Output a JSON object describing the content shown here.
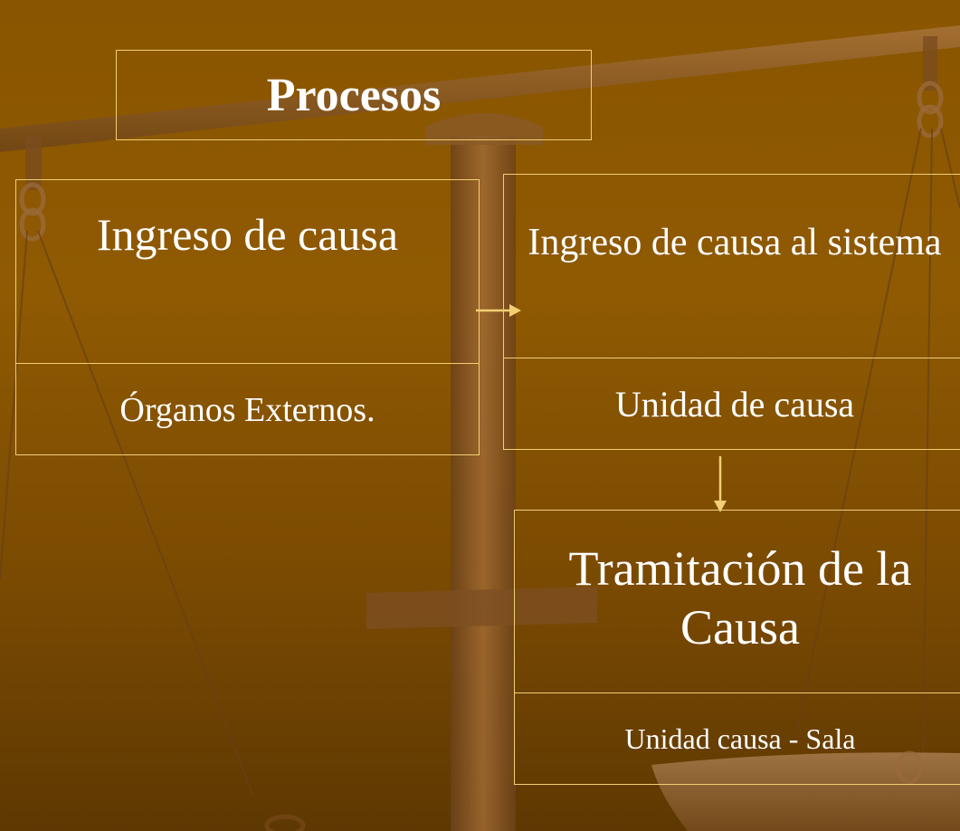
{
  "title": "Procesos",
  "boxes": {
    "left": {
      "heading": "Ingreso de causa",
      "detail": "Órganos Externos."
    },
    "right_top": {
      "heading": "Ingreso de causa al sistema",
      "detail": "Unidad de causa"
    },
    "right_bottom": {
      "heading": "Tramitación de la Causa",
      "detail": "Unidad causa - Sala"
    }
  },
  "colors": {
    "background": "#8a5500",
    "border": "#f2cf73",
    "arrow": "#f2cf73",
    "text": "#ffffff"
  },
  "flow": [
    {
      "from": "Ingreso de causa",
      "to": "Ingreso de causa al sistema"
    },
    {
      "from": "Ingreso de causa al sistema",
      "to": "Tramitación de la Causa"
    }
  ]
}
